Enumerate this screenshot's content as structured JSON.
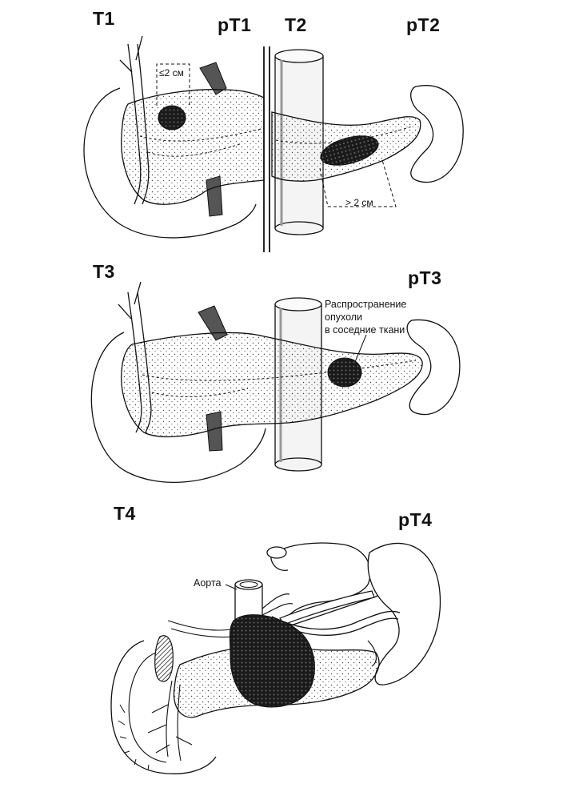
{
  "panels": {
    "top": {
      "left_label": "T1",
      "mid_left_label": "pT1",
      "mid_right_label": "T2",
      "right_label": "pT2",
      "small_tumor_measure": "≤2 см",
      "large_tumor_measure": "> 2 см"
    },
    "middle": {
      "left_label": "T3",
      "right_label": "pT3",
      "annotation_lines": [
        "Распространение",
        "опухоли",
        "в соседние ткани"
      ]
    },
    "bottom": {
      "left_label": "T4",
      "right_label": "pT4",
      "aorta_label": "Аорта"
    }
  }
}
